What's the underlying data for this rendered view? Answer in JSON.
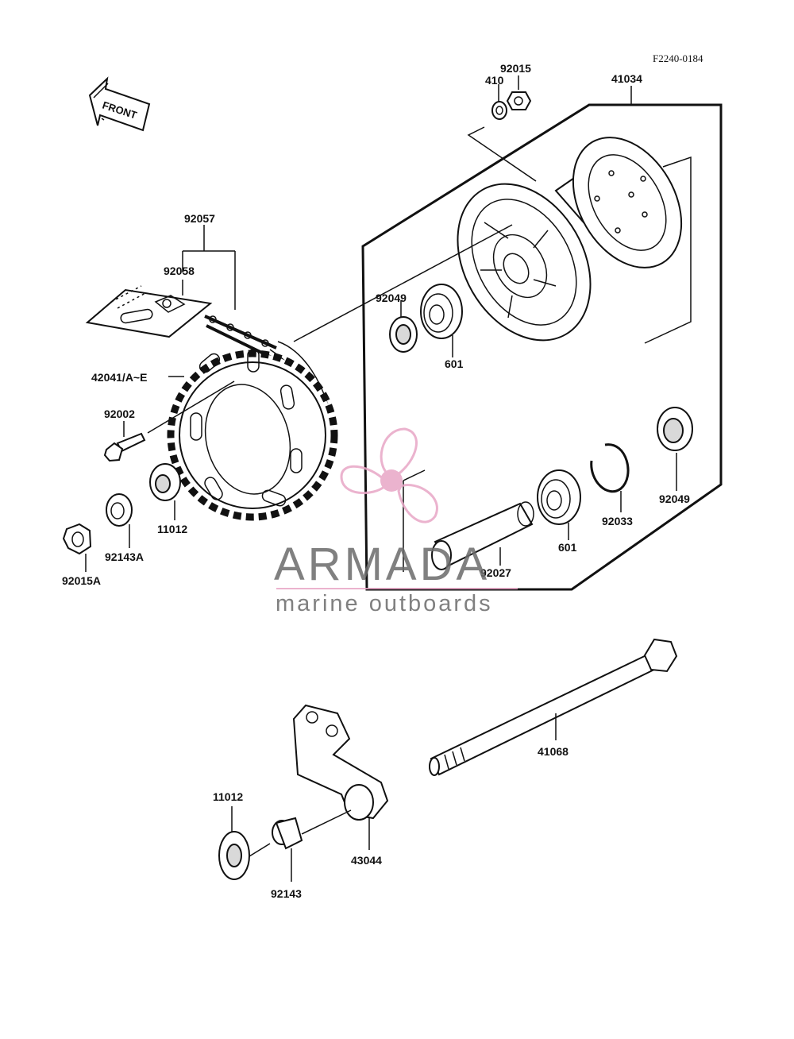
{
  "diagram_code": "F2240-0184",
  "front_arrow_text": "FRONT",
  "watermark": {
    "brand": "ARMADA",
    "tagline": "marine outboards",
    "color_gray": "#6b6b6b",
    "color_pink": "#e8a6c6"
  },
  "parts": {
    "p92015": "92015",
    "p410": "410",
    "p41034": "41034",
    "p92057": "92057",
    "p92058": "92058",
    "p92049_top": "92049",
    "p601_top": "601",
    "p42041": "42041/A~E",
    "p92002": "92002",
    "p11012_top": "11012",
    "p92143A": "92143A",
    "p92015A": "92015A",
    "p92049_right": "92049",
    "p92033": "92033",
    "p601_bottom": "601",
    "p92027": "92027",
    "p41068": "41068",
    "p11012_bottom": "11012",
    "p43044": "43044",
    "p92143": "92143"
  }
}
